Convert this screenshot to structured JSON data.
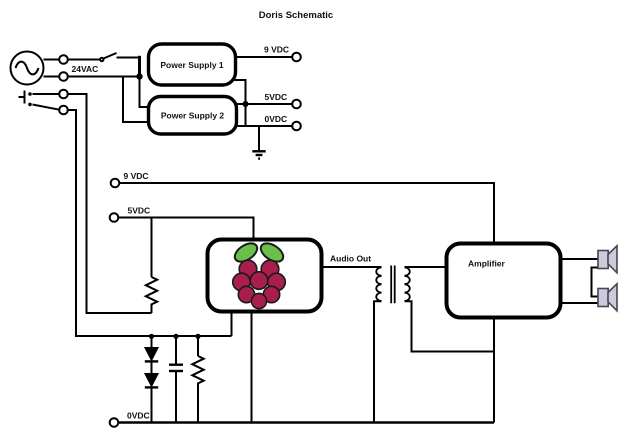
{
  "title": "Doris Schematic",
  "ac_input": {
    "label": "24VAC"
  },
  "power_supply_1": {
    "label": "Power Supply 1"
  },
  "power_supply_2": {
    "label": "Power Supply 2"
  },
  "outputs": {
    "v9": "9 VDC",
    "v5": "5VDC",
    "v0": "0VDC"
  },
  "rails": {
    "v9": "9 VDC",
    "v5": "5VDC",
    "v0": "0VDC"
  },
  "audio": {
    "label": "Audio Out"
  },
  "amplifier": {
    "label": "Amplifier"
  },
  "colors": {
    "wire": "#000000",
    "background": "#ffffff",
    "berry": "#a81e4d",
    "leaf": "#6abf4b",
    "speaker_fill": "#cbcbdb",
    "speaker_stroke": "#46464f"
  }
}
